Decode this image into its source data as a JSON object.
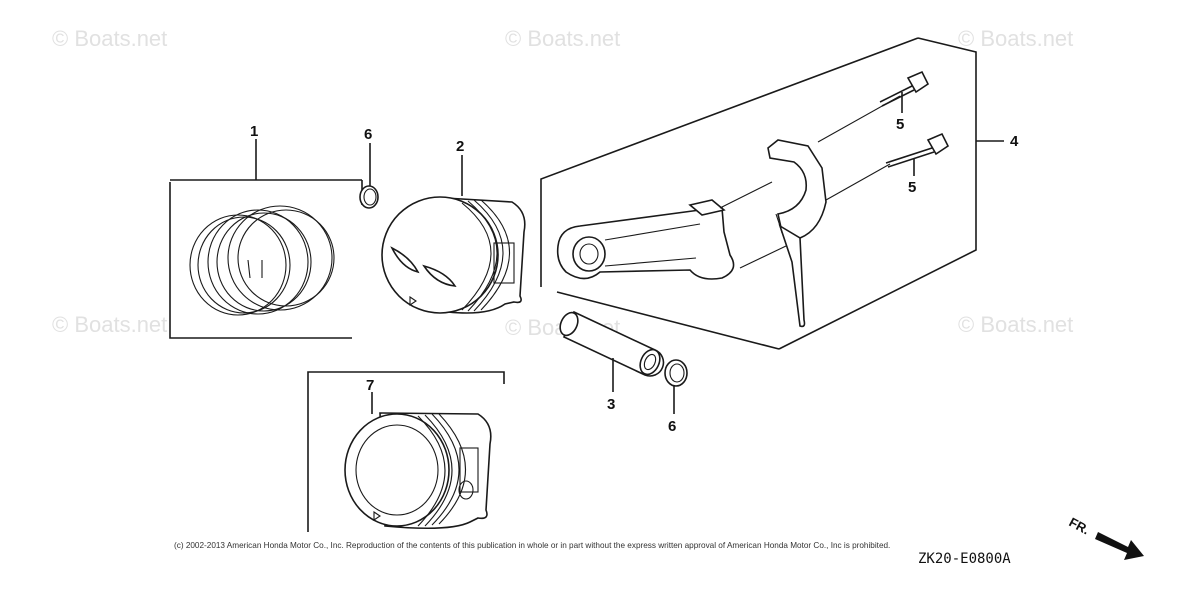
{
  "watermarks": [
    "© Boats.net",
    "© Boats.net",
    "© Boats.net",
    "© Boats.net",
    "© Boats.net",
    "© Boats.net"
  ],
  "callouts": {
    "c1": "1",
    "c2": "2",
    "c3": "3",
    "c4": "4",
    "c5a": "5",
    "c5b": "5",
    "c6a": "6",
    "c6b": "6",
    "c7": "7"
  },
  "copyright": "(c) 2002-2013 American Honda Motor Co., Inc. Reproduction of the contents of this publication in whole or in part without the express written approval of American Honda Motor Co., Inc is prohibited.",
  "diagram_code": "ZK20-E0800A",
  "front_indicator": "FR."
}
